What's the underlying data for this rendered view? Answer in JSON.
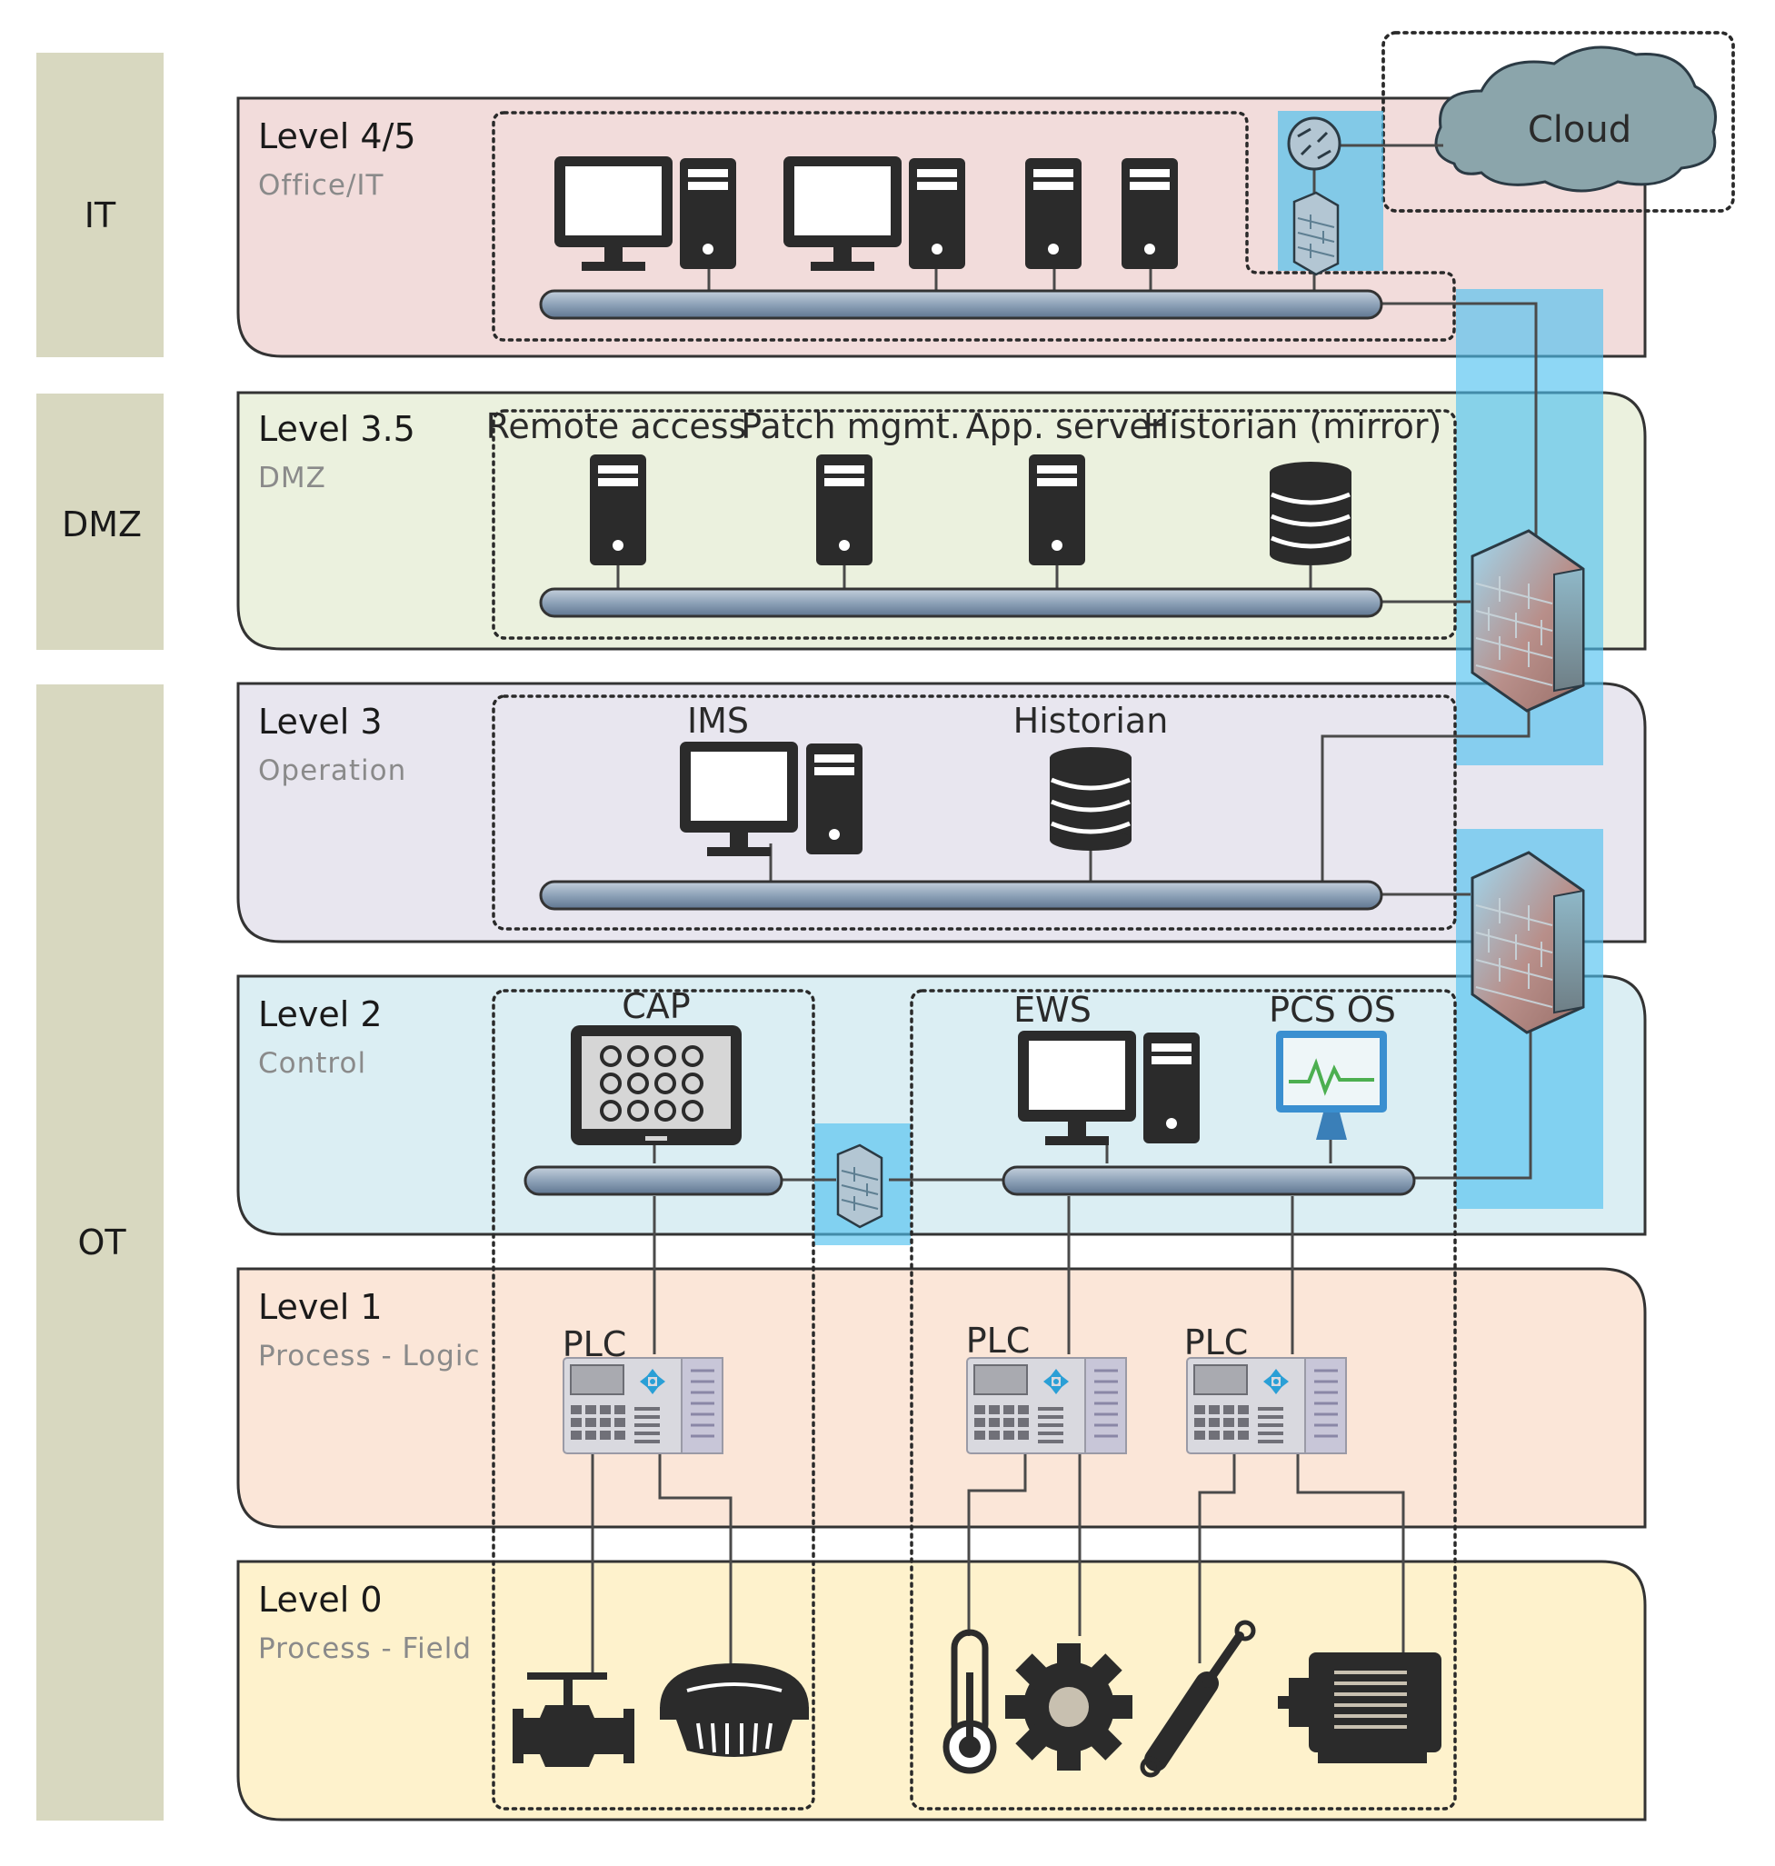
{
  "zones": {
    "it": "IT",
    "dmz": "DMZ",
    "ot": "OT"
  },
  "levels": [
    {
      "title": "Level 4/5",
      "subtitle": "Office/IT"
    },
    {
      "title": "Level 3.5",
      "subtitle": "DMZ"
    },
    {
      "title": "Level 3",
      "subtitle": "Operation"
    },
    {
      "title": "Level 2",
      "subtitle": "Control"
    },
    {
      "title": "Level 1",
      "subtitle": "Process - Logic"
    },
    {
      "title": "Level 0",
      "subtitle": "Process - Field"
    }
  ],
  "cloud": {
    "label": "Cloud"
  },
  "dmz_servers": [
    "Remote access",
    "Patch mgmt.",
    "App. server",
    "Historian (mirror)"
  ],
  "operation_devices": [
    "IMS",
    "Historian"
  ],
  "control_devices": [
    "CAP",
    "EWS",
    "PCS OS"
  ],
  "plc_label": "PLC",
  "colors": {
    "level45_bg": "#f2dcdb",
    "level35_bg": "#ebf1de",
    "level3_bg": "#e8e6ef",
    "level2_bg": "#dbeef3",
    "level1_bg": "#fbe6d8",
    "level0_bg": "#fef2cc",
    "zone_bg": "#d8d8c0",
    "highlight": "#4bbfee",
    "bus": "#8ea2b8",
    "icon": "#2b2b2b",
    "cloud": "#8ba5ab"
  },
  "icons": [
    "desktop-pc-icon",
    "tower-server-icon",
    "router-icon",
    "firewall-icon",
    "database-icon",
    "touch-panel-icon",
    "hmi-monitor-icon",
    "plc-icon",
    "valve-icon",
    "smoke-detector-icon",
    "thermometer-icon",
    "gear-icon",
    "actuator-icon",
    "motor-icon"
  ]
}
